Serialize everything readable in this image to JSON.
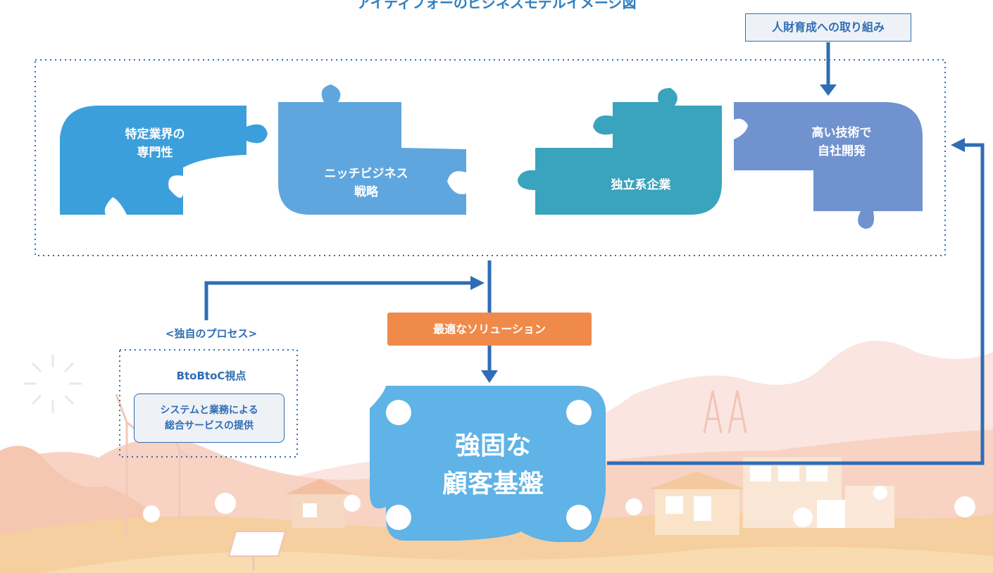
{
  "title": "アイティフォーのビジネスモデルイメージ図",
  "hr_effort": "人財育成への取り組み",
  "pieces": {
    "industry": [
      "特定業界の",
      "専門性"
    ],
    "niche": [
      "ニッチビジネス",
      "戦略"
    ],
    "independent": "独立系企業",
    "tech": [
      "高い技術で",
      "自社開発"
    ]
  },
  "optimal_solution": "最適なソリューション",
  "process": {
    "title": "<独自のプロセス>",
    "viewpoint": "BtoBtoC視点",
    "service": [
      "システムと業務による",
      "総合サービスの提供"
    ]
  },
  "customer_base": [
    "強固な",
    "顧客基盤"
  ],
  "colors": {
    "piece_industry": "#3b9fdc",
    "piece_niche": "#5fa6de",
    "piece_independent": "#3aa3bd",
    "piece_tech": "#7093cf",
    "customer_base": "#5fb3e6",
    "arrow": "#2f6db5",
    "solution_box": "#f08a4b",
    "title": "#2f7fc1"
  }
}
